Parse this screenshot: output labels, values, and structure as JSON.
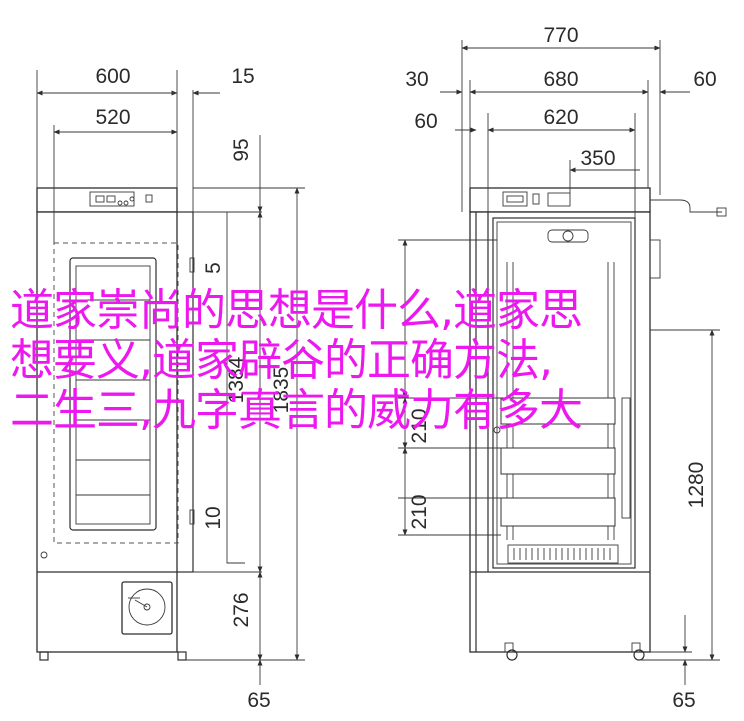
{
  "dimensions": {
    "front_width_outer": "600",
    "front_width_inner": "520",
    "front_side_15": "15",
    "front_top_95": "95",
    "front_gap_5": "5",
    "front_inner_height": "1384",
    "front_total_height": "1835",
    "front_gap_10": "10",
    "front_bottom_276": "276",
    "front_foot_65": "65",
    "side_total_width": "770",
    "side_left_30": "30",
    "side_width_680": "680",
    "side_right_60": "60",
    "side_left_60": "60",
    "side_inner_620": "620",
    "side_half_350": "350",
    "side_shelf_210_a": "210",
    "side_shelf_210_b": "210",
    "side_height_1280": "1280",
    "side_foot_65": "65"
  },
  "overlay_title_lines": [
    "道家崇尚的思想是什么,道家思",
    "想要义,道家辟谷的正确方法,",
    "二生三,九字真言的威力有多大"
  ],
  "colors": {
    "line": "#2e2e2e",
    "overlay_text": "#ec18ef",
    "background": "#ffffff"
  }
}
